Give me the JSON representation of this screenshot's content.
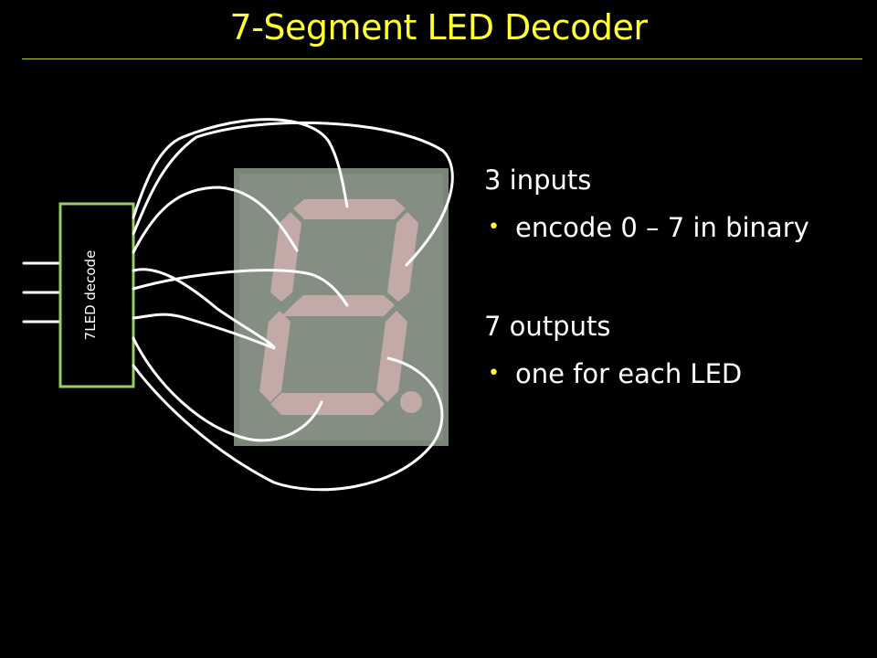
{
  "slide": {
    "title": "7-Segment LED Decoder"
  },
  "decoder": {
    "label": "7LED decode",
    "input_count": 3,
    "output_count": 7
  },
  "text": {
    "inputs_heading": "3 inputs",
    "inputs_bullet": "encode 0 – 7 in binary",
    "outputs_heading": "7 outputs",
    "outputs_bullet": "one for each LED"
  },
  "colors": {
    "background": "#000000",
    "title": "#ffff33",
    "box_border": "#99cc66",
    "wire": "#ffffff",
    "display_panel": "#7b8478",
    "segment": "#c4aaa6"
  }
}
